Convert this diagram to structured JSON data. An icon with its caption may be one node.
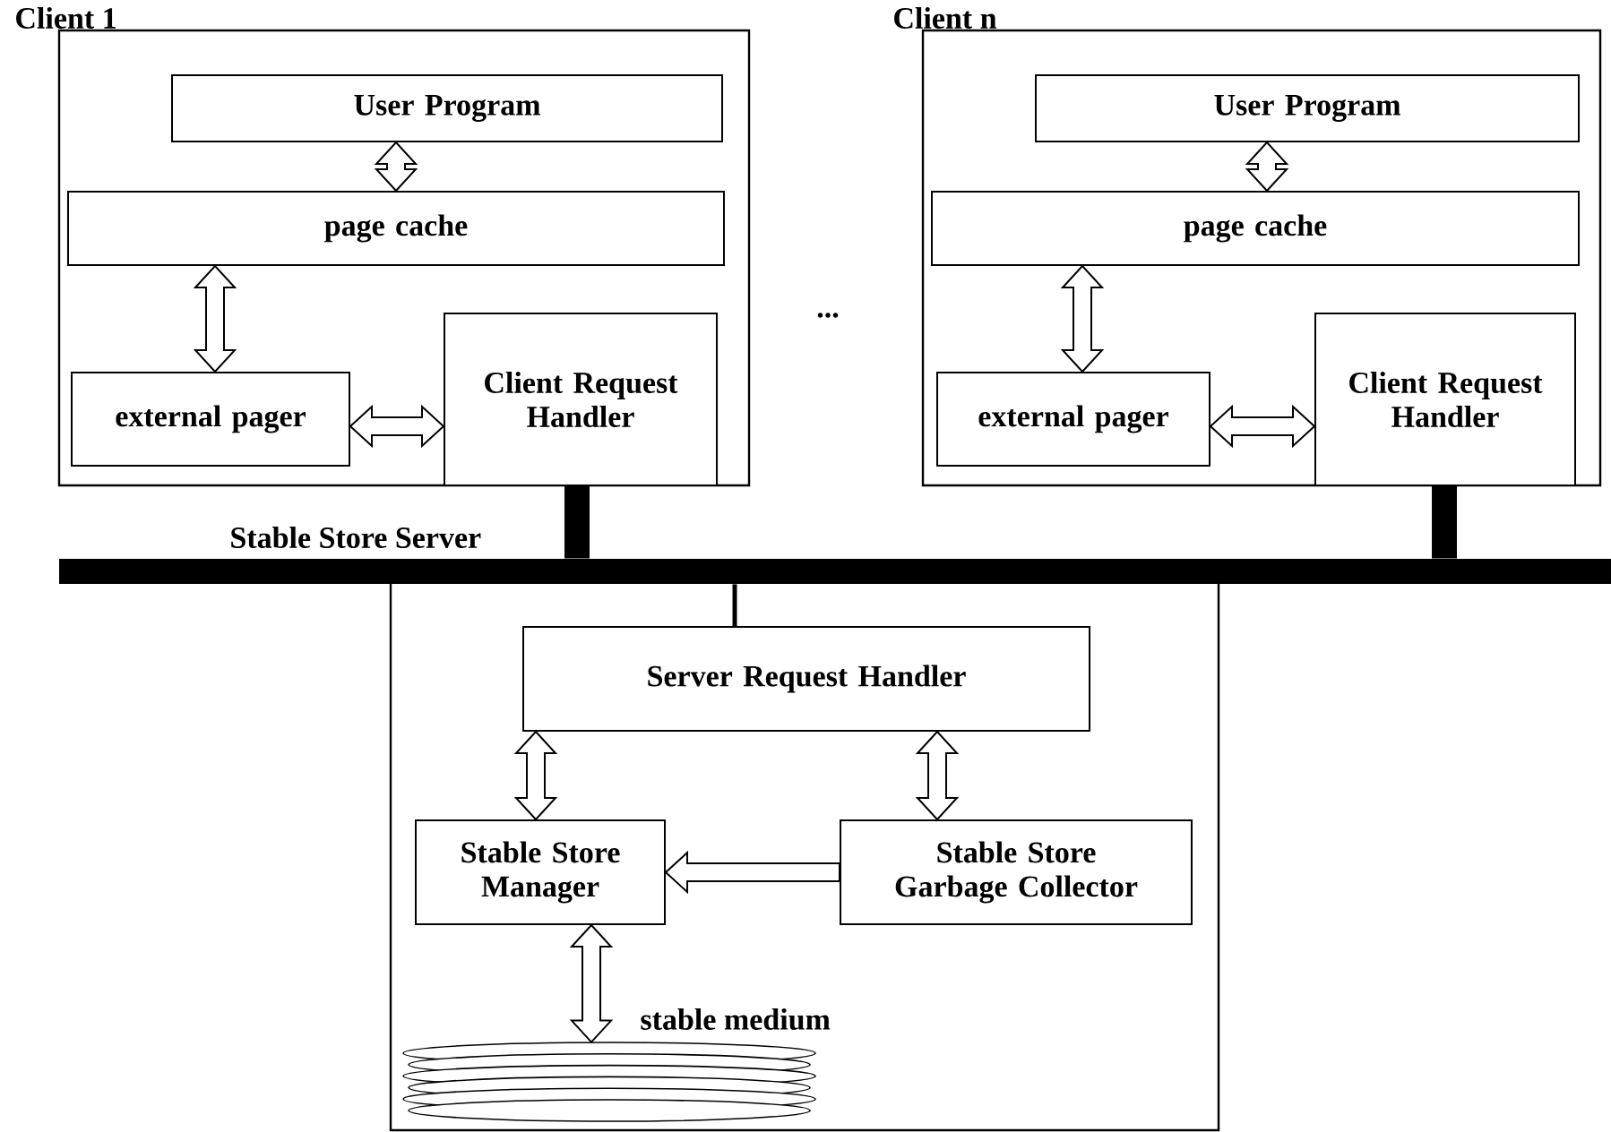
{
  "diagram": {
    "nodes": [
      {
        "text": [
          "Client 1"
        ]
      },
      {
        "text": [
          "User Program"
        ],
        "in": 0
      },
      {
        "text": [
          "page cache"
        ],
        "in": 0
      },
      {
        "text": [
          "external pager"
        ],
        "in": 0
      },
      {
        "text": [
          "Client Request Handler"
        ],
        "in": 0
      },
      {
        "text": [
          "Client n"
        ]
      },
      {
        "text": [
          "User Program"
        ],
        "in": 5
      },
      {
        "text": [
          "page cache"
        ],
        "in": 5
      },
      {
        "text": [
          "external pager"
        ],
        "in": 5
      },
      {
        "text": [
          "Client Request Handler"
        ],
        "in": 5
      },
      {
        "text": [],
        "shape": "bar"
      },
      {
        "text": [
          "Stable Store Server"
        ]
      },
      {
        "text": [
          "Server Request Handler"
        ],
        "in": 11
      },
      {
        "text": [
          "Stable Store Manager"
        ],
        "in": 11
      },
      {
        "text": [
          "Stable Store Garbage Collector"
        ],
        "in": 11
      },
      {
        "text": [],
        "shape": "cylinder",
        "beside": [
          "stable medium"
        ],
        "in": 11
      }
    ],
    "edges": [
      {
        "from": 1,
        "to": 2,
        "arrow": "both"
      },
      {
        "from": 2,
        "to": 3,
        "arrow": "both"
      },
      {
        "from": 3,
        "to": 4,
        "arrow": "both"
      },
      {
        "from": 6,
        "to": 7,
        "arrow": "both"
      },
      {
        "from": 7,
        "to": 8,
        "arrow": "both"
      },
      {
        "from": 8,
        "to": 9,
        "arrow": "both"
      },
      {
        "from": 4,
        "to": 10,
        "arrow": "none"
      },
      {
        "from": 9,
        "to": 10,
        "arrow": "none"
      },
      {
        "from": 10,
        "to": 12,
        "arrow": "none"
      },
      {
        "from": 12,
        "to": 13,
        "arrow": "both"
      },
      {
        "from": 12,
        "to": 14,
        "arrow": "both"
      },
      {
        "from": 14,
        "to": 13,
        "arrow": "to"
      },
      {
        "from": 13,
        "to": 15,
        "arrow": "both"
      }
    ],
    "labels": [
      "..."
    ]
  }
}
